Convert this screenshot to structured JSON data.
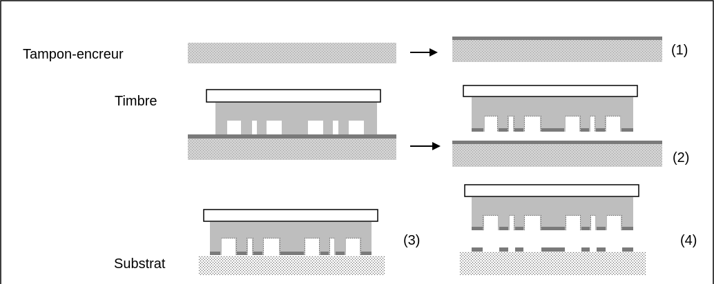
{
  "labels": {
    "ink_pad": "Tampon-encreur",
    "stamp": "Timbre",
    "substrate": "Substrat"
  },
  "steps": {
    "step1": "(1)",
    "step2": "(2)",
    "step3": "(3)",
    "step4": "(4)"
  },
  "colors": {
    "pad_fill": "#c8c8c8",
    "ink_layer": "#7a7a7a",
    "stamp_body": "#bebebe",
    "substrate_dots": "#e0e0e0"
  }
}
